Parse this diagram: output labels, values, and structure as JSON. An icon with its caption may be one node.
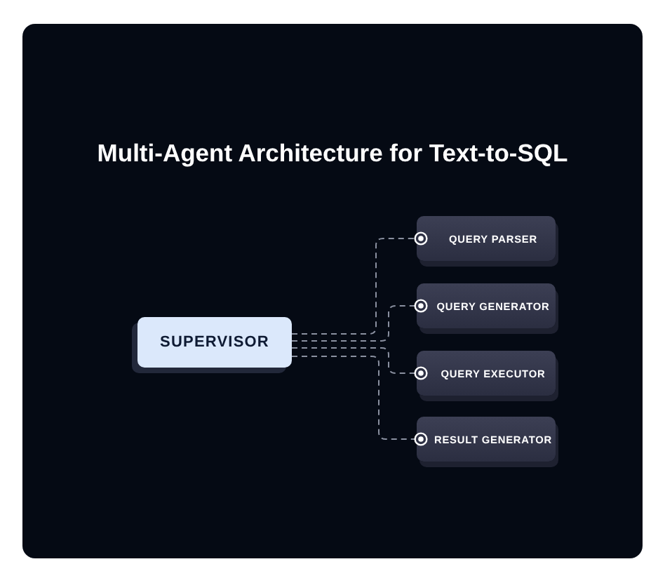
{
  "diagram": {
    "title": "Multi-Agent Architecture for Text-to-SQL",
    "nodes": [
      {
        "text": [
          "SUPERVISOR"
        ]
      },
      {
        "text": [
          "QUERY PARSER"
        ]
      },
      {
        "text": [
          "QUERY GENERATOR"
        ]
      },
      {
        "text": [
          "QUERY EXECUTOR"
        ]
      },
      {
        "text": [
          "RESULT GENERATOR"
        ]
      }
    ],
    "edges": [
      {
        "from": 0,
        "to": 1,
        "arrow": "other",
        "style": "dashed"
      },
      {
        "from": 0,
        "to": 2,
        "arrow": "other",
        "style": "dashed"
      },
      {
        "from": 0,
        "to": 3,
        "arrow": "other",
        "style": "dashed"
      },
      {
        "from": 0,
        "to": 4,
        "arrow": "other",
        "style": "dashed"
      }
    ]
  }
}
